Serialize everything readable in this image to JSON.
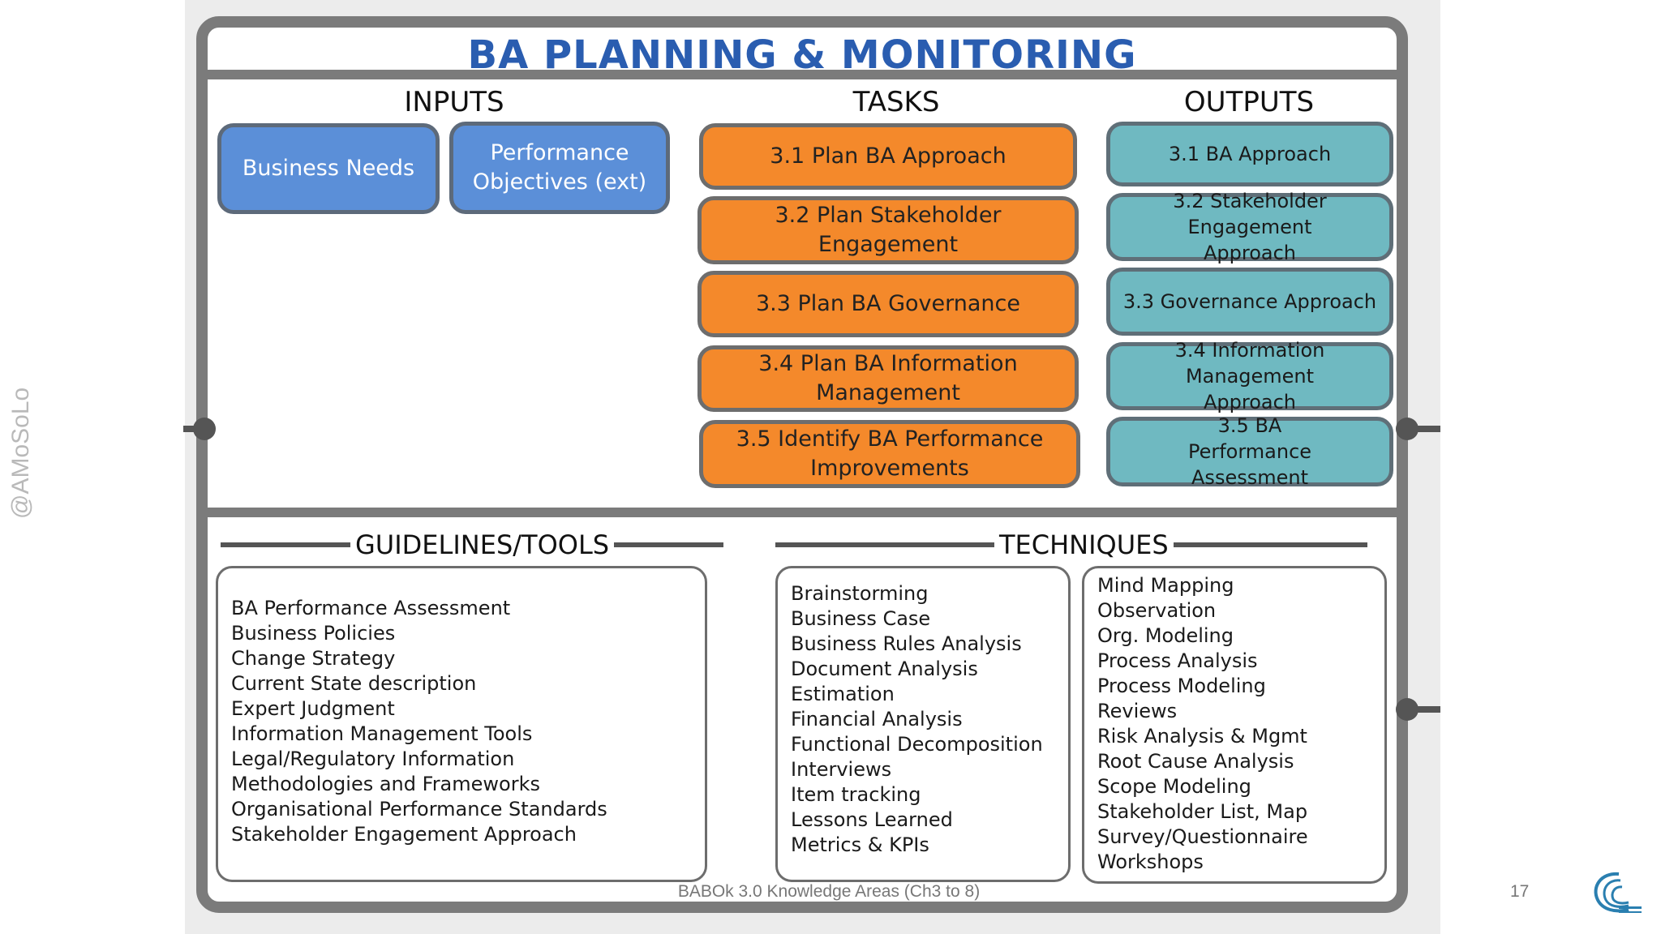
{
  "watermark": "@AMoSoLo",
  "title": "BA PLANNING & MONITORING",
  "columns": {
    "inputs": "INPUTS",
    "tasks": "TASKS",
    "outputs": "OUTPUTS"
  },
  "inputs": [
    "Business Needs",
    "Performance Objectives (ext)"
  ],
  "tasks": [
    "3.1 Plan BA Approach",
    "3.2 Plan Stakeholder Engagement",
    "3.3 Plan BA Governance",
    "3.4 Plan BA Information Management",
    "3.5 Identify BA Performance Improvements"
  ],
  "outputs": [
    "3.1 BA Approach",
    "3.2 Stakeholder Engagement Approach",
    "3.3 Governance Approach",
    "3.4 Information Management Approach",
    "3.5 BA Performance Assessment"
  ],
  "guidelines": {
    "label": "GUIDELINES/TOOLS",
    "items": [
      "BA Performance Assessment",
      "Business Policies",
      "Change Strategy",
      "Current State description",
      "Expert Judgment",
      "Information Management Tools",
      "Legal/Regulatory Information",
      "Methodologies and Frameworks",
      "Organisational Performance Standards",
      "Stakeholder Engagement Approach"
    ]
  },
  "techniques": {
    "label": "TECHNIQUES",
    "col1": [
      "Brainstorming",
      "Business Case",
      "Business Rules Analysis",
      "Document Analysis",
      "Estimation",
      "Financial Analysis",
      "Functional Decomposition",
      "Interviews",
      "Item tracking",
      "Lessons Learned",
      "Metrics & KPIs"
    ],
    "col2": [
      "Mind Mapping",
      "Observation",
      "Org. Modeling",
      "Process Analysis",
      "Process Modeling",
      "Reviews",
      "Risk Analysis & Mgmt",
      "Root Cause Analysis",
      "Scope Modeling",
      "Stakeholder List, Map",
      "Survey/Questionnaire",
      "Workshops"
    ]
  },
  "footer": "BABOk 3.0 Knowledge Areas (Ch3 to 8)",
  "page_number": "17",
  "colors": {
    "title": "#2a5db0",
    "input": "#5b8fd8",
    "task": "#f4892b",
    "output": "#6fb9c1",
    "frame": "#7b7b7b"
  }
}
